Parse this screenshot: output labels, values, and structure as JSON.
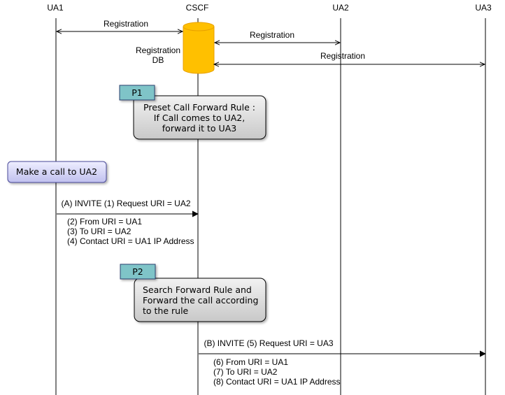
{
  "participants": [
    {
      "id": "ua1",
      "label": "UA1"
    },
    {
      "id": "cscf",
      "label": "CSCF",
      "color": "#e00000"
    },
    {
      "id": "ua2",
      "label": "UA2"
    },
    {
      "id": "ua3",
      "label": "UA3"
    }
  ],
  "db": {
    "label_line1": "Registration",
    "label_line2": "DB",
    "fill_color": "#ffc000",
    "stroke_color": "#e8a000"
  },
  "registrations": [
    {
      "label": "Registration",
      "from": "ua1",
      "to": "cscf"
    },
    {
      "label": "Registration",
      "from": "cscf",
      "to": "ua2"
    },
    {
      "label": "Registration",
      "from": "cscf",
      "to": "ua3"
    }
  ],
  "tags": [
    {
      "label": "P1",
      "color": "#7fc4c8"
    },
    {
      "label": "P2",
      "color": "#7fc4c8"
    }
  ],
  "boxes": [
    {
      "lines": [
        "Preset Call Forward Rule :",
        "If Call comes to UA2,",
        "forward it to UA3"
      ]
    },
    {
      "lines": [
        "Search Forward Rule and",
        "Forward the call according",
        "to the rule"
      ]
    }
  ],
  "action": {
    "label": "Make a call to UA2"
  },
  "messages": [
    {
      "title": "(A) INVITE (1) Request URI = UA2",
      "from": "ua1",
      "to": "cscf",
      "details": [
        "(2) From URI = UA1",
        "(3) To URI = UA2",
        "(4) Contact URI = UA1 IP Address"
      ]
    },
    {
      "title": "(B) INVITE (5) Request URI = UA3",
      "from": "cscf",
      "to": "ua3",
      "details": [
        "(6) From URI = UA1",
        "(7) To URI = UA2",
        "(8) Contact URI = UA1 IP Address"
      ]
    }
  ]
}
